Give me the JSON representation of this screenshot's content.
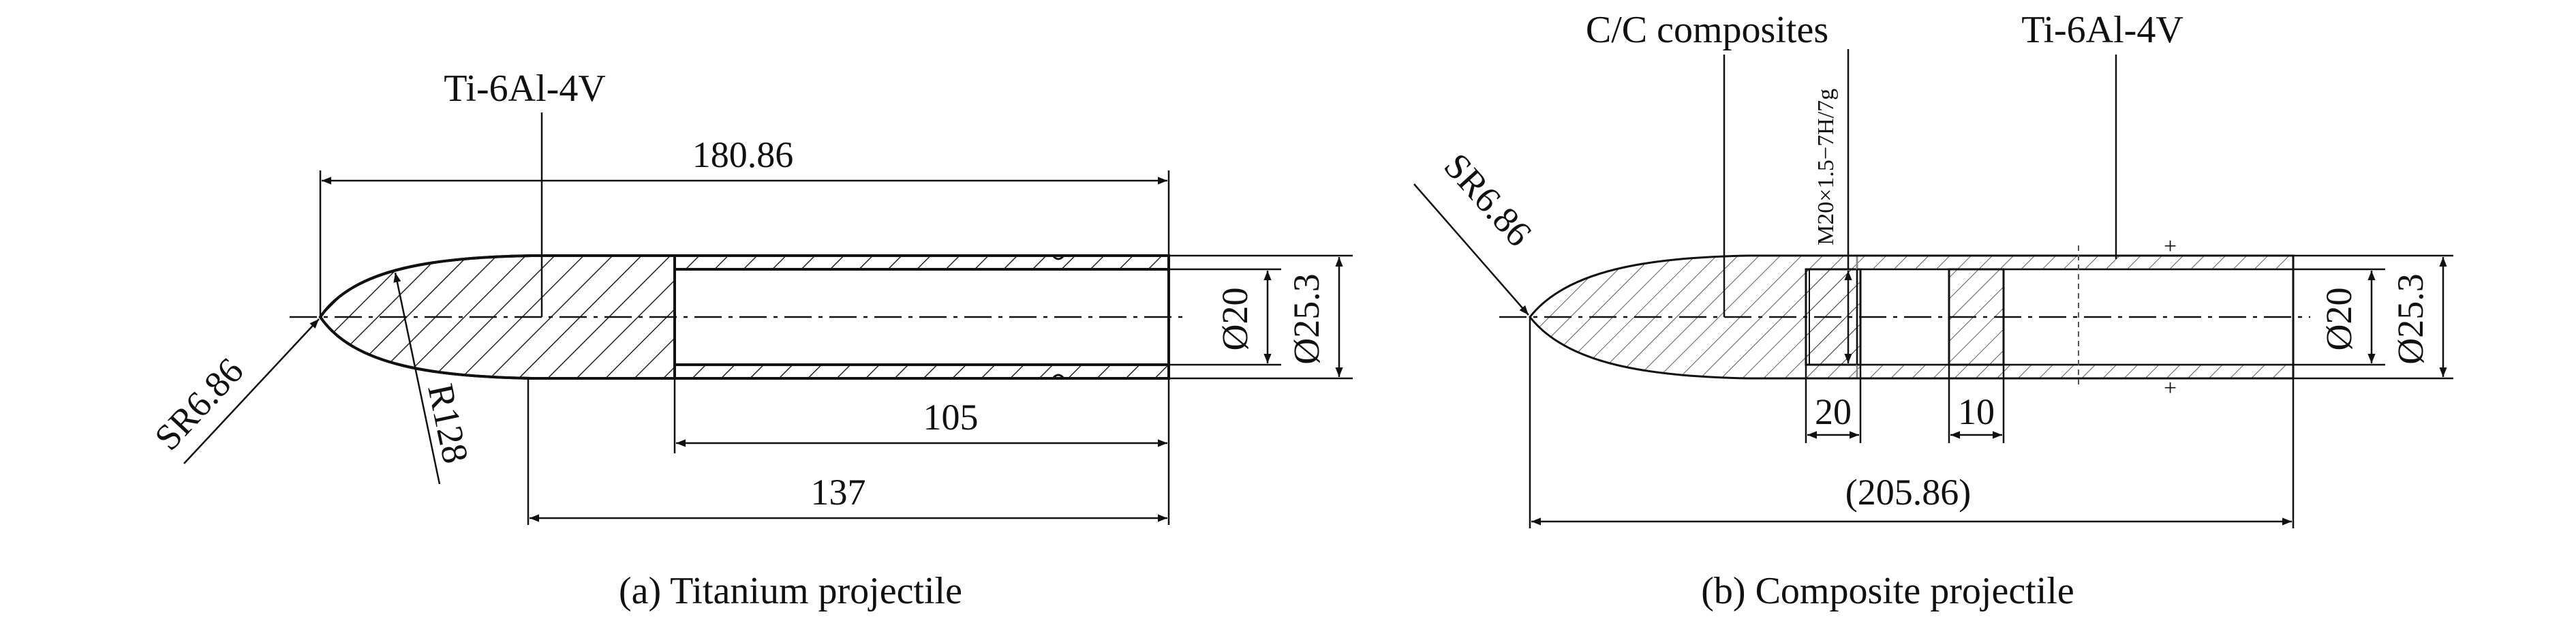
{
  "figure_a": {
    "material_label": "Ti-6Al-4V",
    "dim_overall": "180.86",
    "dim_bore_length": "105",
    "dim_137": "137",
    "dim_nose_sr": "SR6.86",
    "dim_ogive_r": "R128",
    "dim_inner_dia": "Ø20",
    "dim_outer_dia": "Ø25.3",
    "caption": "(a) Titanium projectile"
  },
  "figure_b": {
    "material_label_cc": "C/C composites",
    "material_label_ti": "Ti-6Al-4V",
    "thread_spec": "M20×1.5−7H/7g",
    "dim_nose_sr": "SR6.86",
    "dim_thread_len": "20",
    "dim_plate_len": "10",
    "dim_overall": "(205.86)",
    "dim_inner_dia": "Ø20",
    "dim_outer_dia": "Ø25.3",
    "caption": "(b) Composite projectile"
  }
}
